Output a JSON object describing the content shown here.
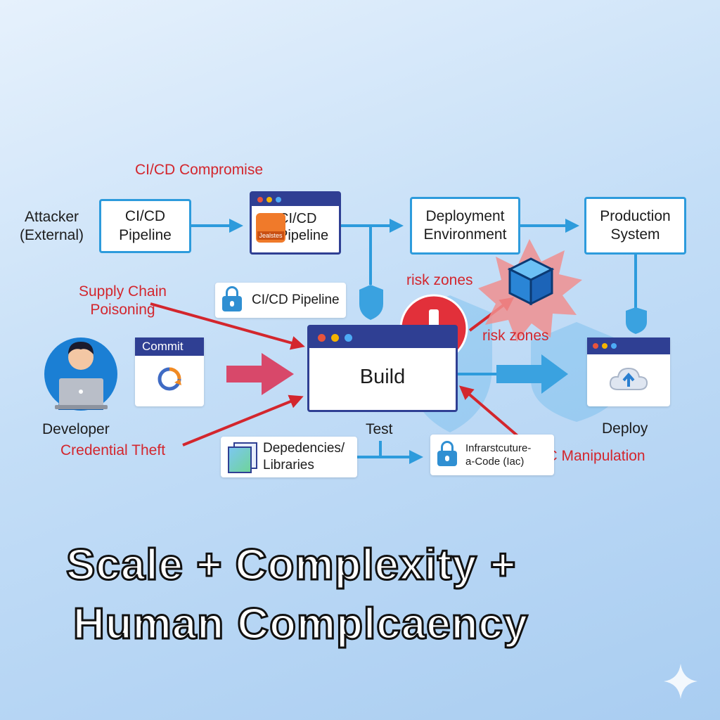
{
  "labels": {
    "cicd_compromise": "CI/CD Compromise",
    "attacker": "Attacker\n(External)",
    "supply_chain": "Supply Chain\nPoisoning",
    "risk_zones_1": "risk zones",
    "risk_zones_2": "risk zones",
    "developer": "Developer",
    "credential_theft": "Credential Theft",
    "test": "Test",
    "deploy": "Deploy",
    "iac_manipulation": "IaC Manipulation"
  },
  "boxes": {
    "cicd_pipeline_1": "CI/CD\nPipeline",
    "cicd_pipeline_2": "CI/CD\nPipeline",
    "jenkins_badge": "Jealstes",
    "deployment_env": "Deployment\nEnvironment",
    "production": "Production\nSystem",
    "cicd_pipeline_lock": "CI/CD Pipeline",
    "commit": "Commit",
    "build": "Build",
    "dependencies": "Depedencies/\nLibraries",
    "iac": "Infrarstcuture-\na-Code (Iac)"
  },
  "headline": {
    "line1": "Scale + Complexity +",
    "line2": "Human Complcaency"
  },
  "colors": {
    "flow_blue": "#2d9bdc",
    "window_navy": "#2f3f93",
    "attack_red": "#d3262d",
    "shield_blue": "#5fb4ea"
  },
  "icons": {
    "developer": "person-laptop-icon",
    "commit": "commit-sync-icon",
    "warning": "exclamation-alert-icon",
    "cube": "container-cube-icon",
    "cloud": "cloud-upload-icon",
    "lock": "padlock-icon",
    "shield": "shield-icon",
    "sparkle": "sparkle-icon"
  }
}
